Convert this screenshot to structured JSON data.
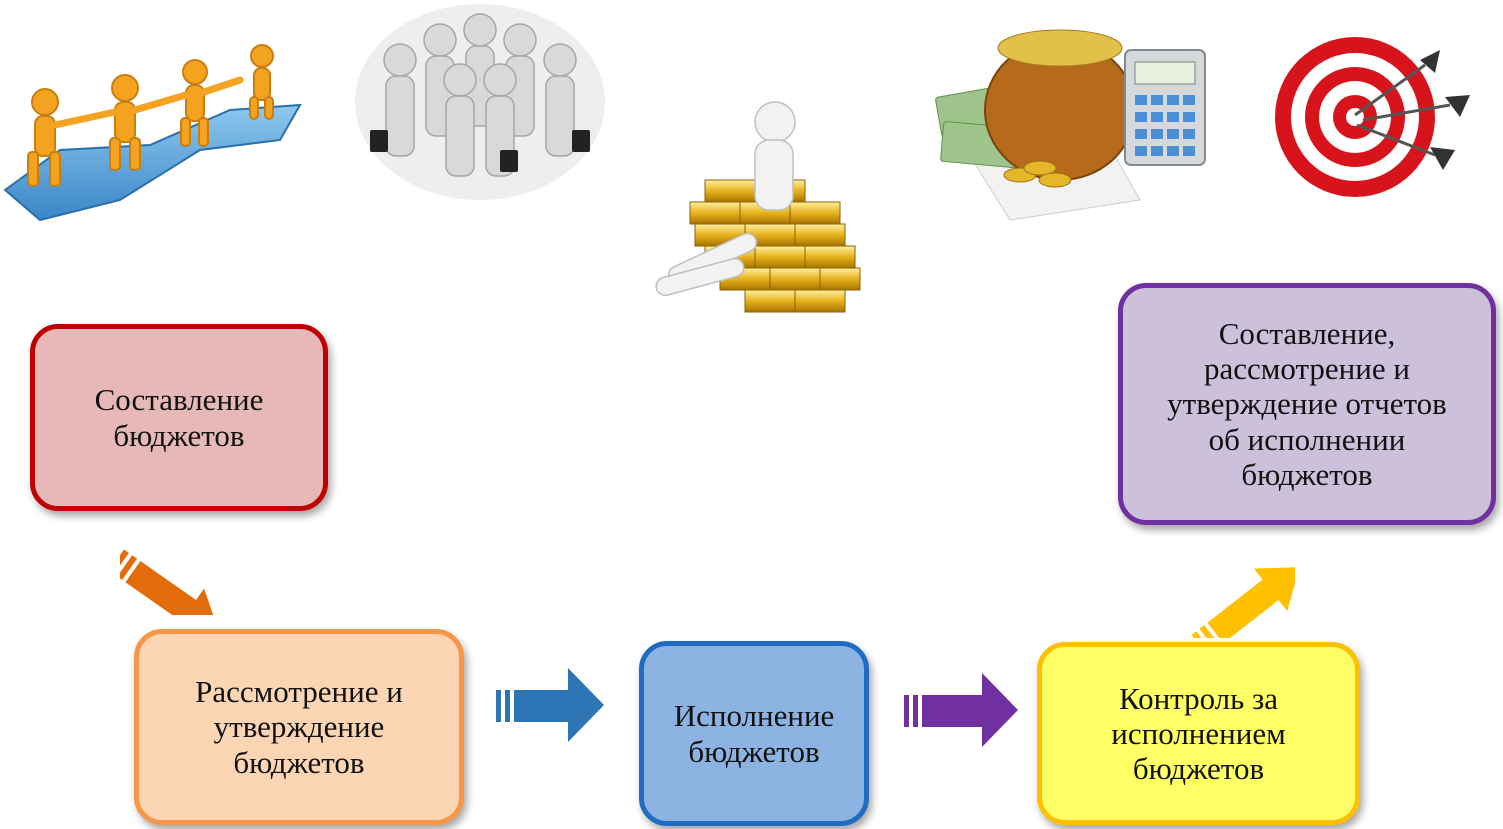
{
  "steps": [
    {
      "id": "compile",
      "label": "Составление\nбюджетов",
      "fill": "#e6b8b7",
      "border": "#c00000"
    },
    {
      "id": "review",
      "label": "Рассмотрение и\nутверждение\nбюджетов",
      "fill": "#fcd5b4",
      "border": "#f79646"
    },
    {
      "id": "execute",
      "label": "Исполнение\nбюджетов",
      "fill": "#8db3e2",
      "border": "#1f6cc2"
    },
    {
      "id": "control",
      "label": "Контроль за\nисполнением\nбюджетов",
      "fill": "#ffff66",
      "border": "#ffc000"
    },
    {
      "id": "report",
      "label": "Составление,\nрассмотрение и\nутверждение отчетов\nоб исполнении\nбюджетов",
      "fill": "#ccc0da",
      "border": "#7030a0"
    }
  ],
  "arrows": [
    {
      "from": "compile",
      "to": "review",
      "color": "#e36c0a"
    },
    {
      "from": "review",
      "to": "execute",
      "color": "#2e75b6"
    },
    {
      "from": "execute",
      "to": "control",
      "color": "#7030a0"
    },
    {
      "from": "control",
      "to": "report",
      "color": "#ffc000"
    }
  ],
  "illustrations": [
    "teamwork-puzzle-icon",
    "business-team-icon",
    "gold-bars-icon",
    "money-pot-calculator-icon",
    "target-darts-icon"
  ]
}
